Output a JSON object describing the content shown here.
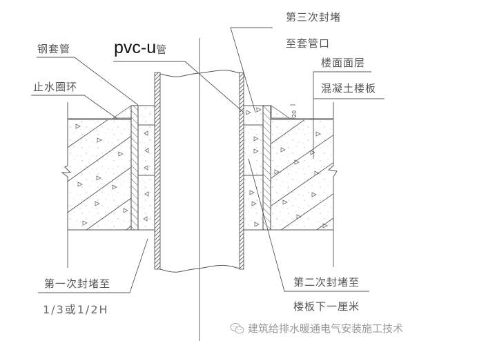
{
  "labels": {
    "steel_sleeve": "钢套管",
    "pvc_pipe_prefix": "pvc-u",
    "pvc_pipe_suffix": "管",
    "water_stop_ring": "止水圈环",
    "third_seal_line1": "第三次封堵",
    "third_seal_line2": "至套管口",
    "floor_finish": "楼面面层",
    "concrete_slab": "混凝土楼板",
    "first_seal_line1": "第一次封堵至",
    "first_seal_line2": "1/3或1/2H",
    "second_seal_line1": "第二次封堵至",
    "second_seal_line2": "楼板下一厘米"
  },
  "dimension": {
    "finish_gap": "20"
  },
  "watermark": {
    "icon": "wechat-icon",
    "text": "建筑给排水暖通电气安装施工技术"
  },
  "colors": {
    "line": "#555555",
    "hatch": "#666666",
    "text": "#555555",
    "pvc_text": "#111111",
    "watermark": "#9a9a9a"
  }
}
